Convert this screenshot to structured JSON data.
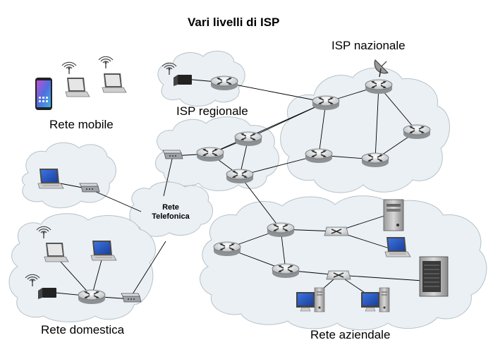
{
  "title": "Vari livelli di ISP",
  "labels": {
    "isp_nazionale": "ISP nazionale",
    "isp_regionale": "ISP regionale",
    "rete_mobile": "Rete mobile",
    "rete_telefonica_line1": "Rete",
    "rete_telefonica_line2": "Telefonica",
    "rete_domestica": "Rete domestica",
    "rete_aziendale": "Rete aziendale"
  },
  "colors": {
    "cloud_fill": "#eaf0f4",
    "cloud_stroke": "#b8c2c8",
    "link": "#000000",
    "router_fill": "#f2f2f2",
    "router_stroke": "#555555",
    "screen": "#1f4fbf"
  },
  "icons": [
    "router-icon",
    "switch-icon",
    "laptop-icon",
    "wifi-icon",
    "smartphone-icon",
    "modem-icon",
    "server-icon",
    "desktop-pc-icon",
    "satellite-dish-icon"
  ]
}
